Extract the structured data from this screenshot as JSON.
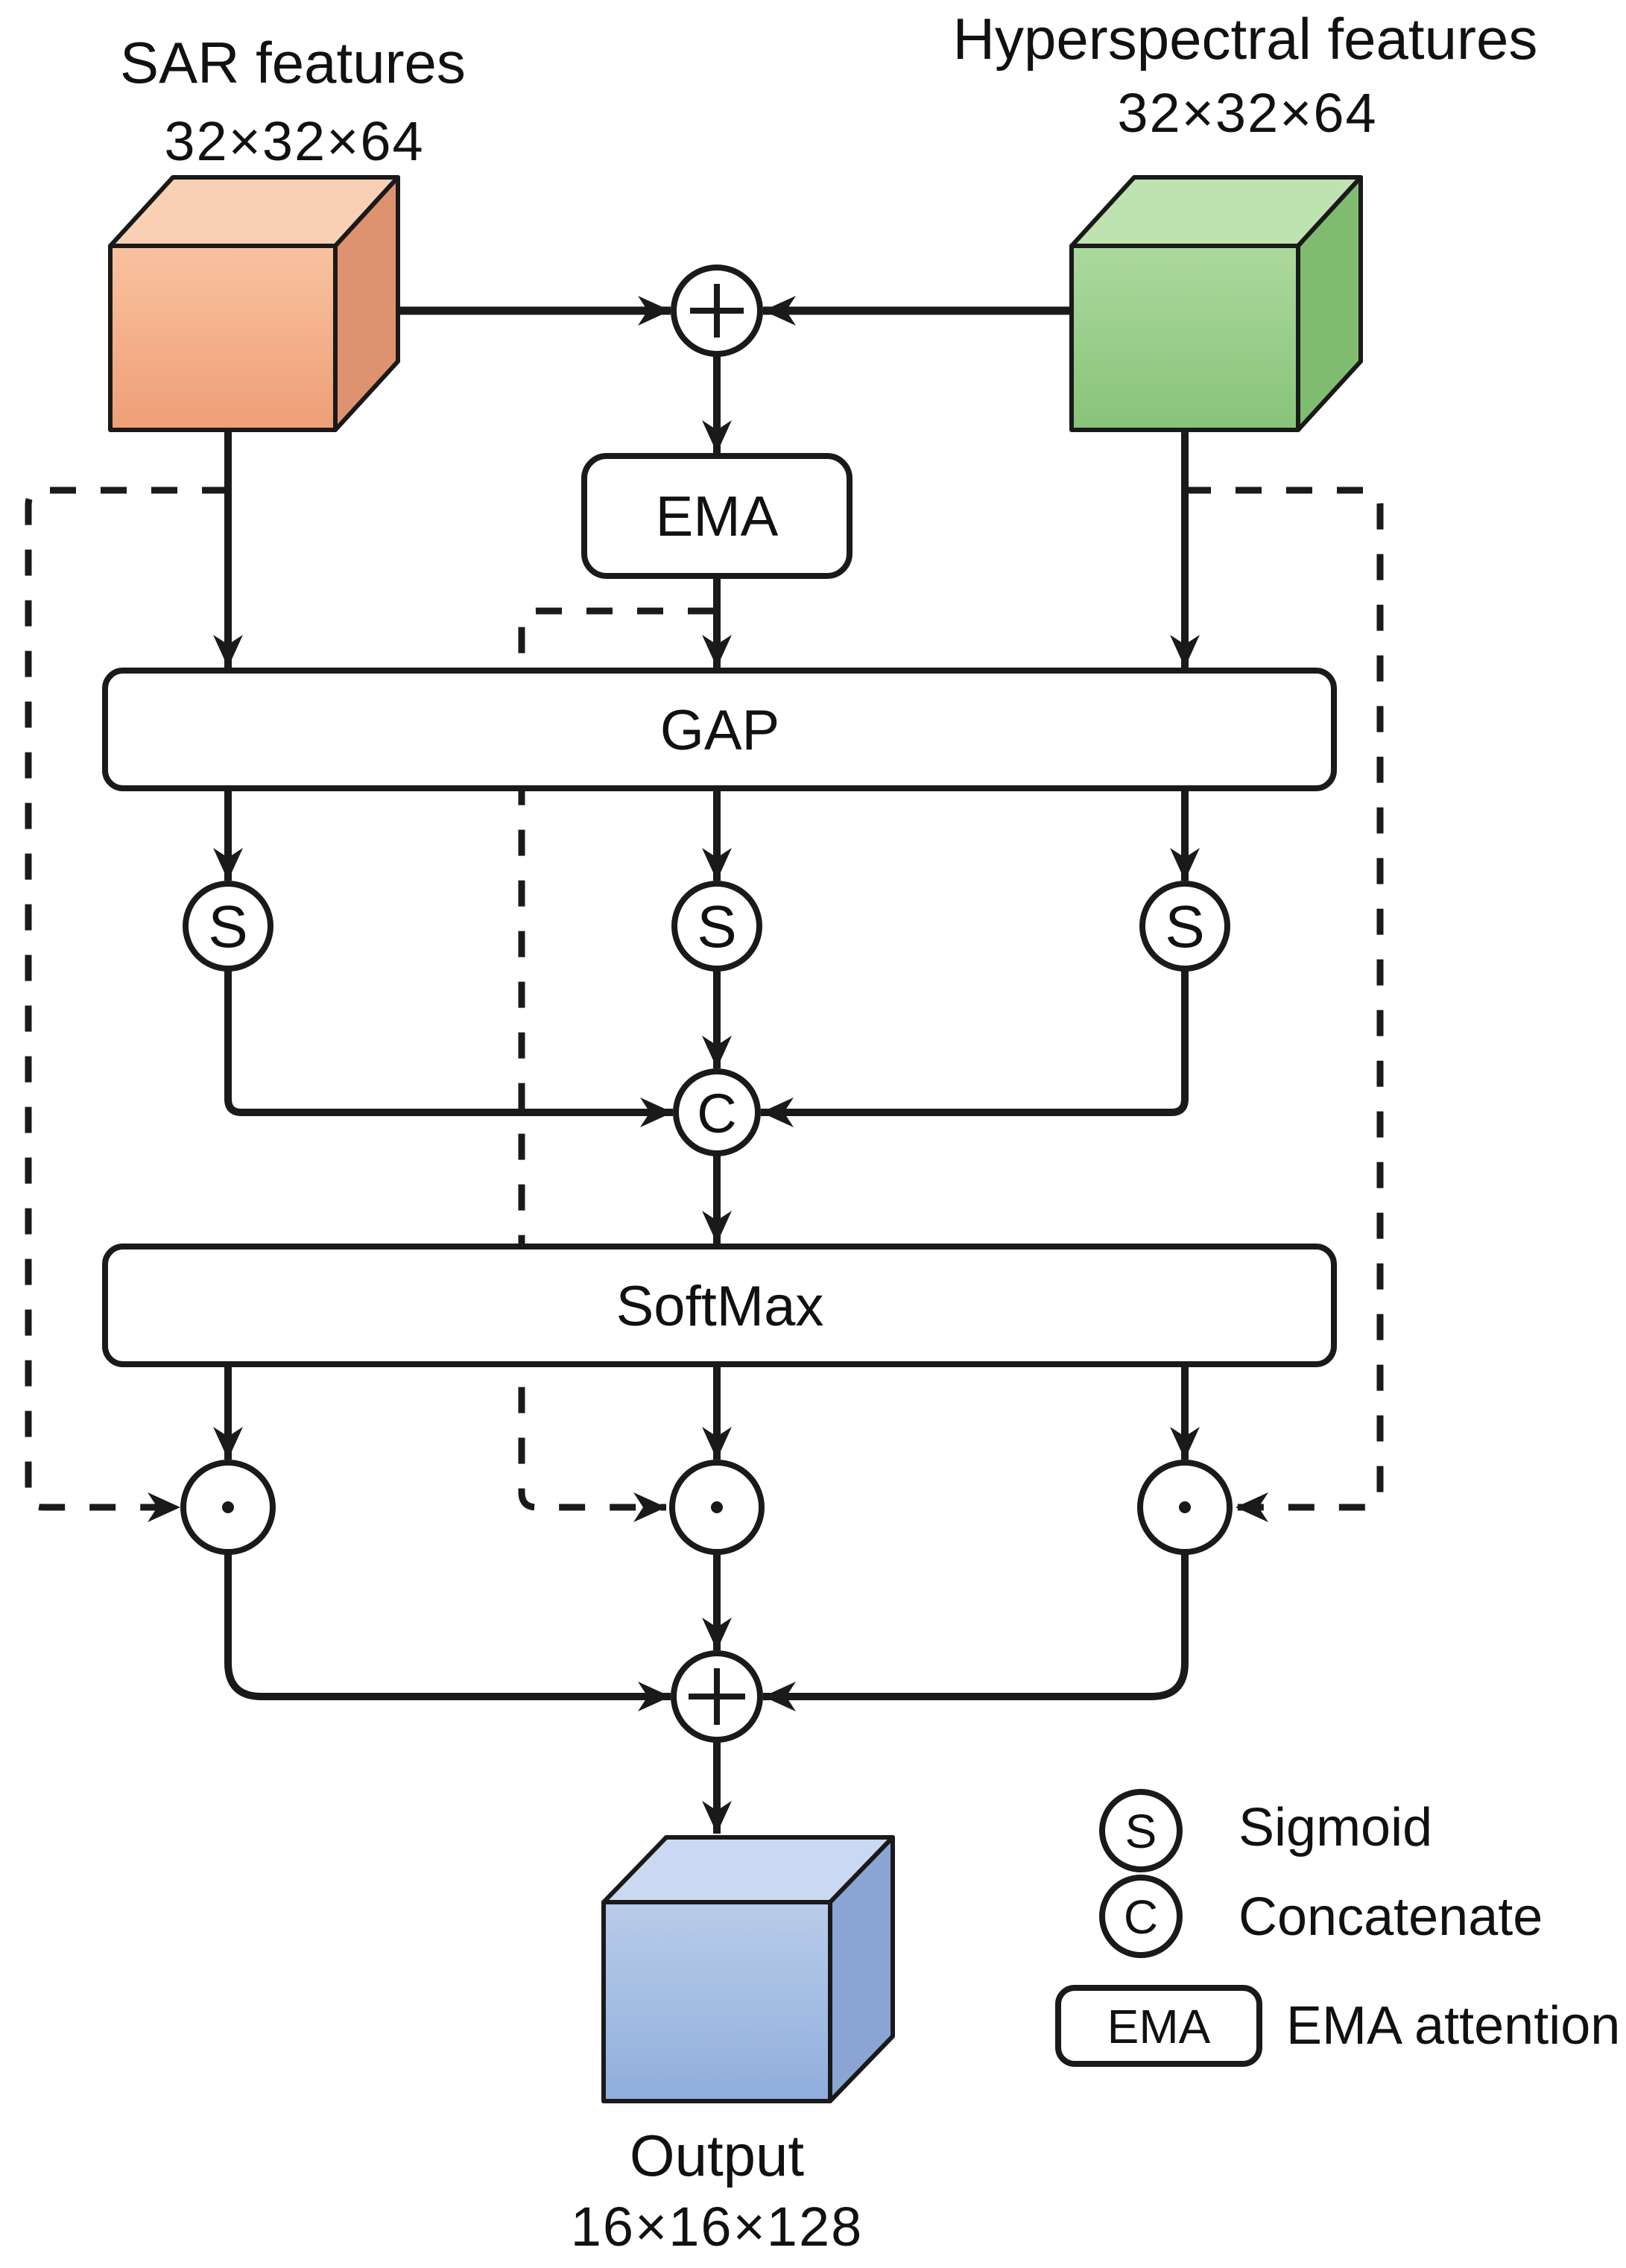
{
  "figure": {
    "inputs": {
      "sar": {
        "label": "SAR features",
        "dims": "32×32×64"
      },
      "hyperspectral": {
        "label": "Hyperspectral features",
        "dims": "32×32×64"
      }
    },
    "blocks": {
      "ema": "EMA",
      "gap": "GAP",
      "softmax": "SoftMax"
    },
    "operators": {
      "sigmoid": "S",
      "concatenate": "C"
    },
    "output": {
      "label": "Output",
      "dims": "16×16×128"
    },
    "legend": {
      "sigmoid": {
        "symbol": "S",
        "label": "Sigmoid"
      },
      "concatenate": {
        "symbol": "C",
        "label": "Concatenate"
      },
      "ema": {
        "symbol": "EMA",
        "label": "EMA attention"
      }
    },
    "colors": {
      "line": "#1A1A1A",
      "sar_cube_front_light": "#F9C2A0",
      "sar_cube_front_dark": "#EE9F76",
      "sar_cube_top": "#FAD0B4",
      "sar_cube_side": "#DE9270",
      "hyp_cube_front_light": "#ACD99E",
      "hyp_cube_front_dark": "#88C378",
      "hyp_cube_top": "#BFE2B1",
      "hyp_cube_side": "#7FBC70",
      "out_cube_front_light": "#B9CCEA",
      "out_cube_front_dark": "#90AEDC",
      "out_cube_top": "#CAD9F1",
      "out_cube_side": "#8AA5D4"
    }
  }
}
